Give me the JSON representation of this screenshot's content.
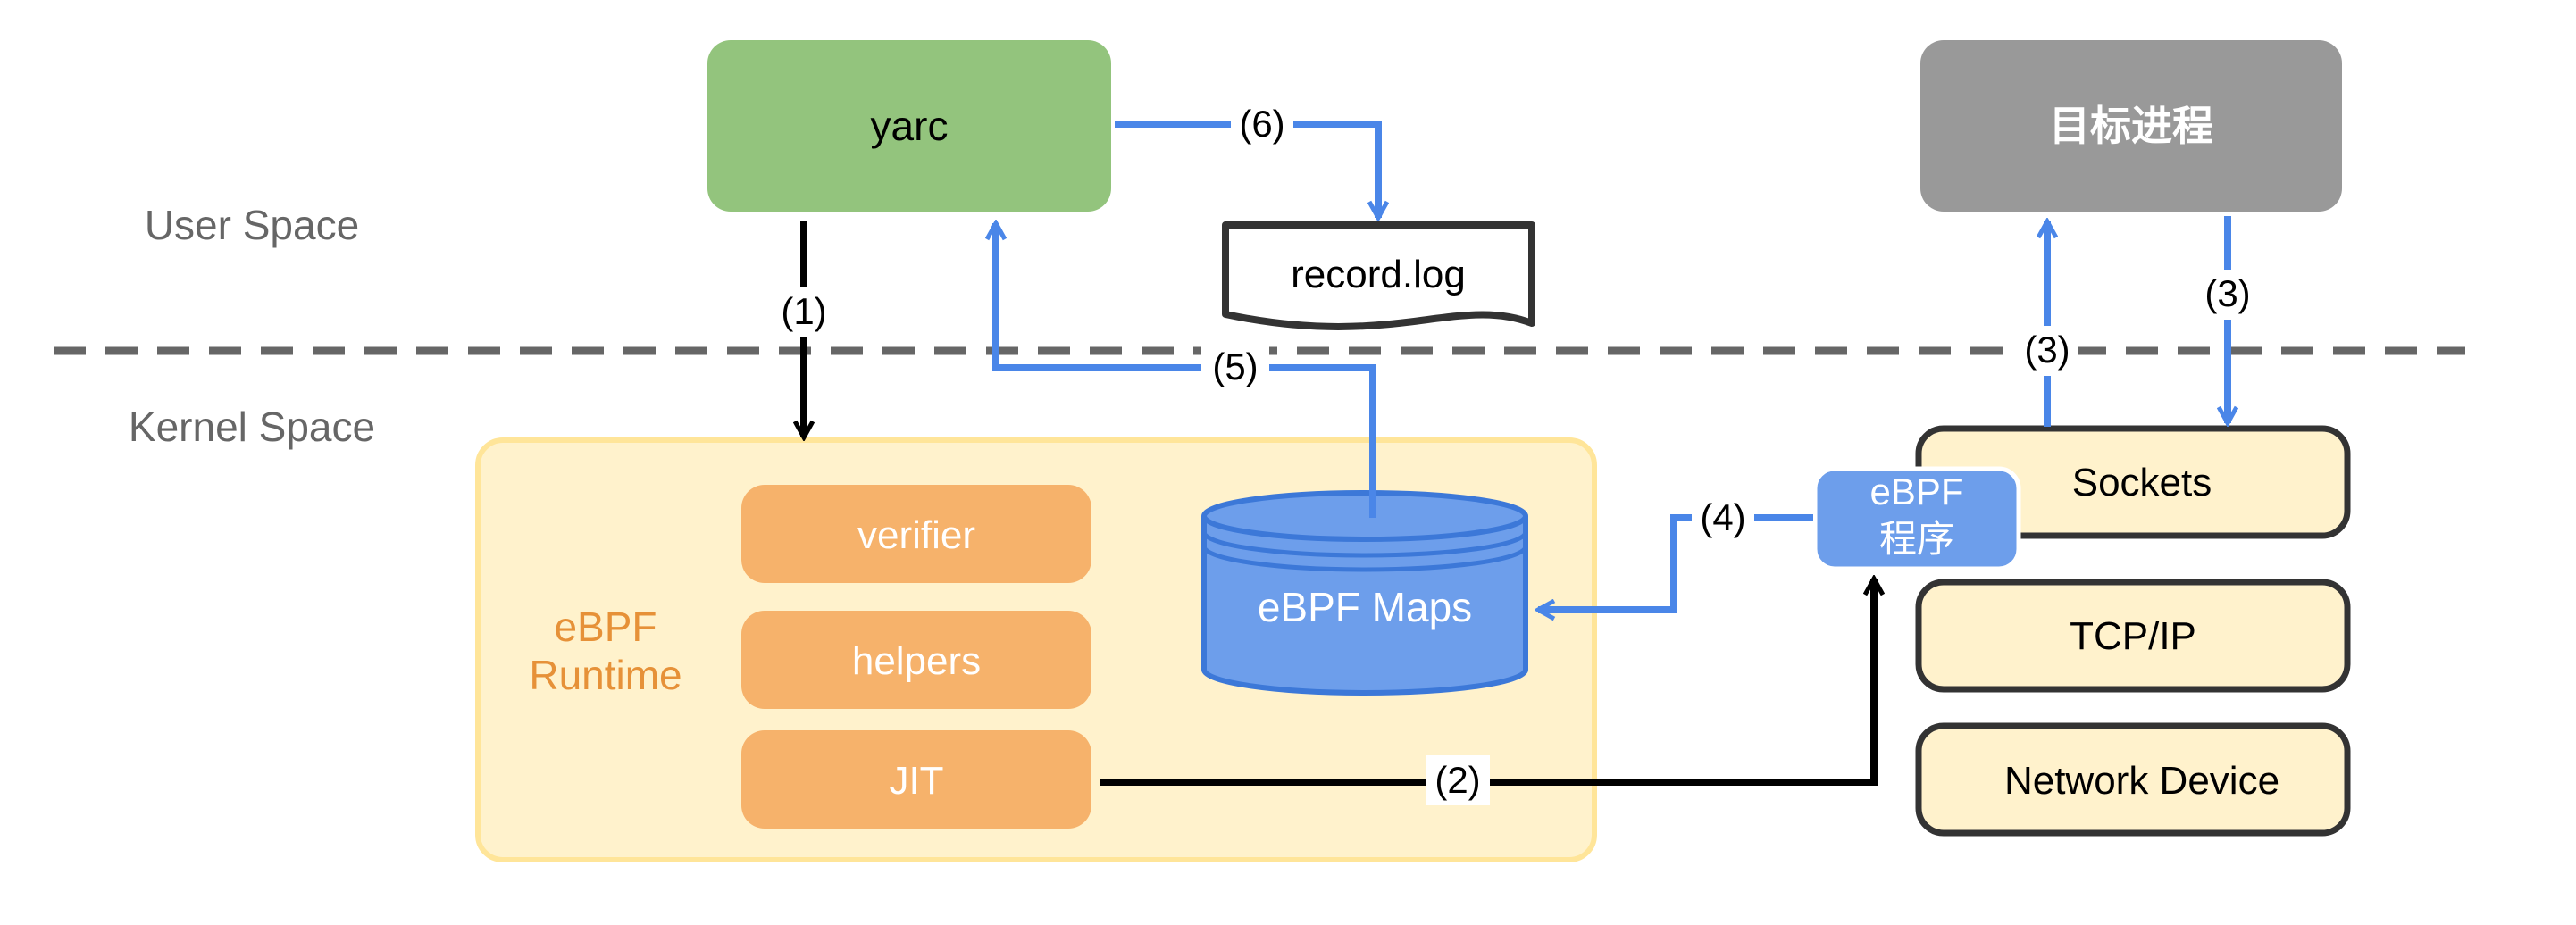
{
  "regions": {
    "user_space": "User Space",
    "kernel_space": "Kernel Space"
  },
  "nodes": {
    "yarc": "yarc",
    "target_process": "目标进程",
    "record_log": "record.log",
    "runtime_line1": "eBPF",
    "runtime_line2": "Runtime",
    "verifier": "verifier",
    "helpers": "helpers",
    "jit": "JIT",
    "ebpf_maps": "eBPF Maps",
    "ebpf_program_line1": "eBPF",
    "ebpf_program_line2": "程序",
    "sockets": "Sockets",
    "tcpip": "TCP/IP",
    "network_device": "Network Device"
  },
  "edges": {
    "e1": "(1)",
    "e2": "(2)",
    "e3_up": "(3)",
    "e3_down": "(3)",
    "e4": "(4)",
    "e5": "(5)",
    "e6": "(6)"
  },
  "colors": {
    "yarc_fill": "#93c47d",
    "target_fill": "#999999",
    "runtime_fill": "#fff2cc",
    "runtime_border": "#ffe599",
    "runtime_text": "#e69138",
    "component_fill": "#f6b26b",
    "maps_fill": "#6d9eeb",
    "maps_border": "#3c78d8",
    "stack_fill": "#fff2cc",
    "blue_arrow": "#4a86e8",
    "black_arrow": "#000000",
    "label_gray": "#666666"
  }
}
